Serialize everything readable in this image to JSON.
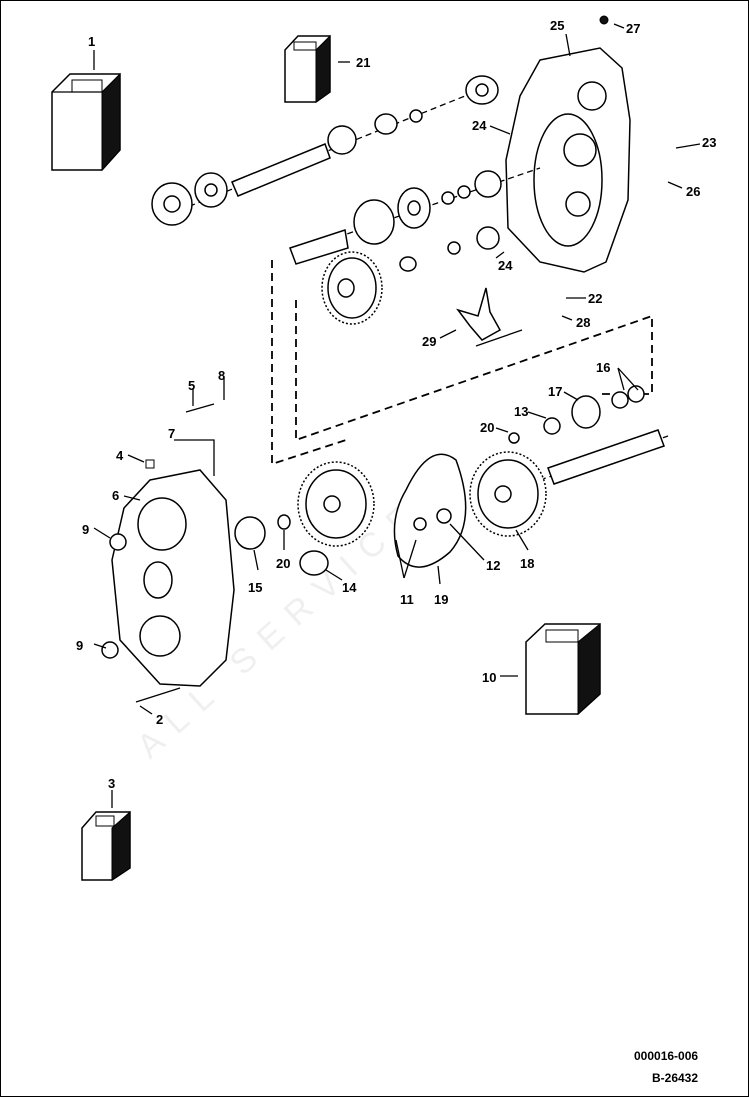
{
  "diagram": {
    "labels": [
      {
        "id": "p1",
        "text": "1"
      },
      {
        "id": "p21",
        "text": "21"
      },
      {
        "id": "p25",
        "text": "25"
      },
      {
        "id": "p27",
        "text": "27"
      },
      {
        "id": "p24a",
        "text": "24"
      },
      {
        "id": "p23",
        "text": "23"
      },
      {
        "id": "p26",
        "text": "26"
      },
      {
        "id": "p24b",
        "text": "24"
      },
      {
        "id": "p22",
        "text": "22"
      },
      {
        "id": "p28",
        "text": "28"
      },
      {
        "id": "p29",
        "text": "29"
      },
      {
        "id": "p16",
        "text": "16"
      },
      {
        "id": "p17",
        "text": "17"
      },
      {
        "id": "p13",
        "text": "13"
      },
      {
        "id": "p20a",
        "text": "20"
      },
      {
        "id": "p5",
        "text": "5"
      },
      {
        "id": "p8",
        "text": "8"
      },
      {
        "id": "p7",
        "text": "7"
      },
      {
        "id": "p4",
        "text": "4"
      },
      {
        "id": "p6",
        "text": "6"
      },
      {
        "id": "p9a",
        "text": "9"
      },
      {
        "id": "p15",
        "text": "15"
      },
      {
        "id": "p20b",
        "text": "20"
      },
      {
        "id": "p14",
        "text": "14"
      },
      {
        "id": "p12",
        "text": "12"
      },
      {
        "id": "p18",
        "text": "18"
      },
      {
        "id": "p11",
        "text": "11"
      },
      {
        "id": "p19",
        "text": "19"
      },
      {
        "id": "p9b",
        "text": "9"
      },
      {
        "id": "p10",
        "text": "10"
      },
      {
        "id": "p2",
        "text": "2"
      },
      {
        "id": "p3",
        "text": "3"
      }
    ],
    "figure_code": "000016-006",
    "drawing_number": "B-26432"
  }
}
